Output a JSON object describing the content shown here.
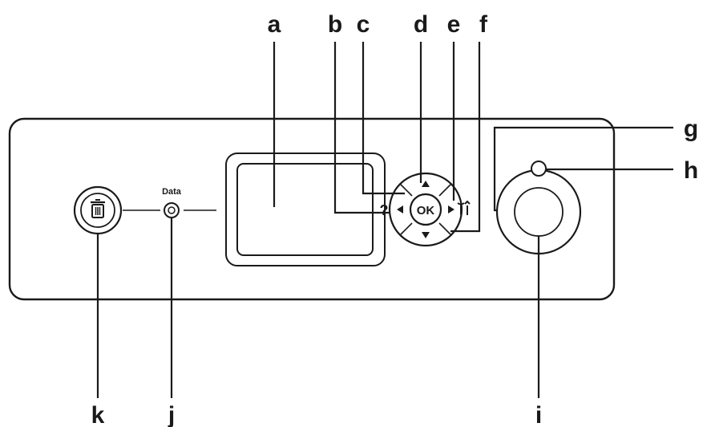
{
  "callouts": {
    "a": "a",
    "b": "b",
    "c": "c",
    "d": "d",
    "e": "e",
    "f": "f",
    "g": "g",
    "h": "h",
    "i": "i",
    "j": "j",
    "k": "k"
  },
  "panel": {
    "data_label": "Data",
    "ok_label": "OK",
    "help_glyph": "?",
    "icons": {
      "cancel": "trash-can-icon",
      "up": "arrow-up-icon",
      "down": "arrow-down-icon",
      "left": "arrow-left-icon",
      "right": "arrow-right-icon",
      "setup": "tools-icon",
      "help": "question-icon"
    }
  }
}
